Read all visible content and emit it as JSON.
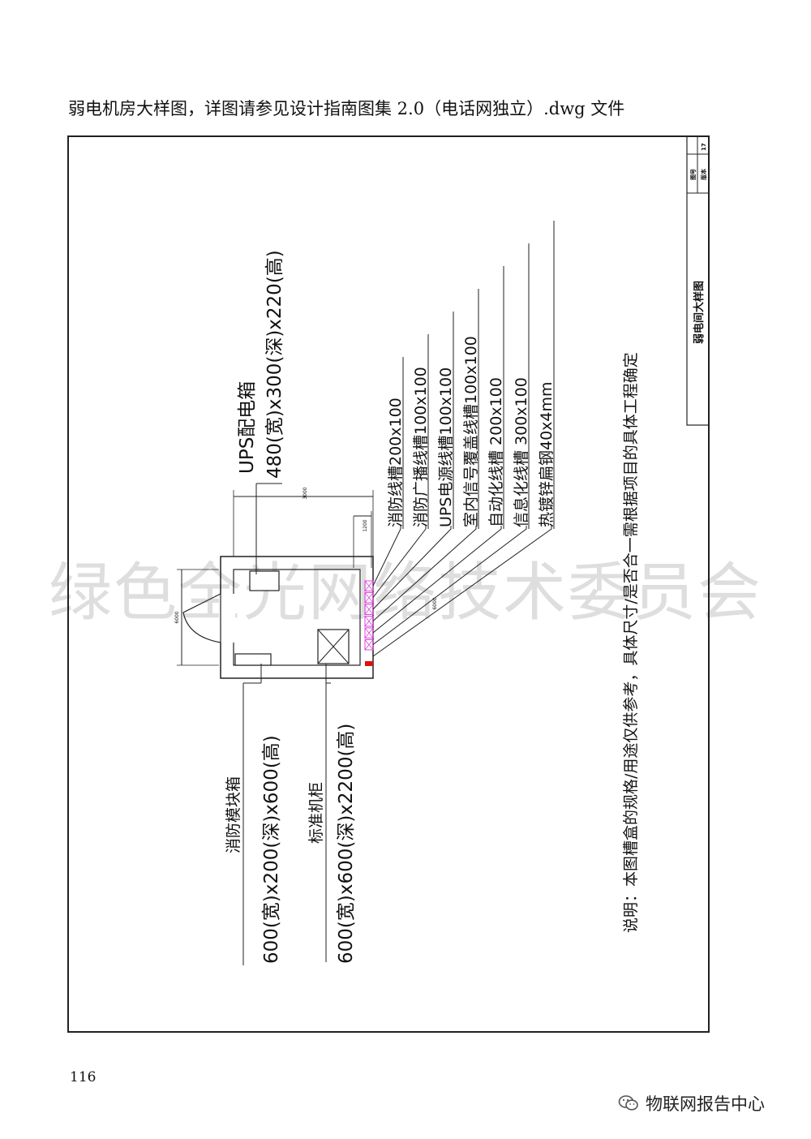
{
  "caption": "弱电机房大样图，详图请参见设计指南图集 2.0（电话网独立）.dwg 文件",
  "page_number": "116",
  "footer_brand": "物联网报告中心",
  "watermark": "绿色全光网络技术委员会",
  "title_block": {
    "drawing_title": "弱电间大样图",
    "cell_a_label": "图号",
    "cell_a_value": "17",
    "cell_b_label": "版本"
  },
  "equipment": {
    "ups_box": {
      "name": "UPS配电箱",
      "size": "480(宽)x300(深)x220(高)"
    },
    "fire_module_box": {
      "name": "消防模块箱",
      "size": "600(宽)x200(深)x600(高)"
    },
    "std_cabinet": {
      "name": "标准机柜",
      "size": "600(宽)x600(深)x2200(高)"
    }
  },
  "trunking": [
    "消防线槽200x100",
    "消防广播线槽100x100",
    "UPS电源线槽100x100",
    "室内信号覆盖线槽100x100",
    "自动化线槽 200x100",
    "信息化线槽 300x100",
    "热镀锌扁钢40x4mm"
  ],
  "dimensions": {
    "room_width": "3000",
    "room_depth_left": "6000",
    "room_depth_right": "6000",
    "clearance": "1200"
  },
  "note": "说明：本图槽盒的规格/用途仅供参考，具体尺寸/是否合一需根据项目的具体工程确定",
  "colors": {
    "trunk": "#e040e0",
    "ground_bar": "#e01010"
  }
}
